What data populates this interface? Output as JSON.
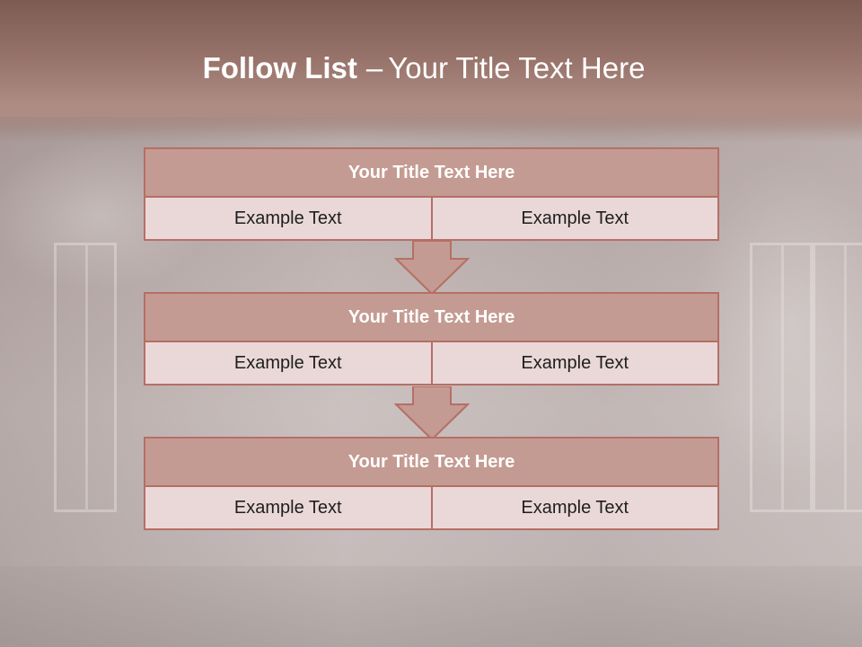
{
  "slide": {
    "title_bold": "Follow List",
    "title_dash": "–",
    "title_rest": "Your Title Text Here"
  },
  "flow": [
    {
      "title": "Your Title Text Here",
      "left": "Example Text",
      "right": "Example Text"
    },
    {
      "title": "Your Title Text Here",
      "left": "Example Text",
      "right": "Example Text"
    },
    {
      "title": "Your Title Text Here",
      "left": "Example Text",
      "right": "Example Text"
    }
  ],
  "colors": {
    "header": "#98746b",
    "box_header": "#c49b92",
    "box_cell": "#ead8d8",
    "border": "#b56f66",
    "arrow": "#c49b92"
  }
}
